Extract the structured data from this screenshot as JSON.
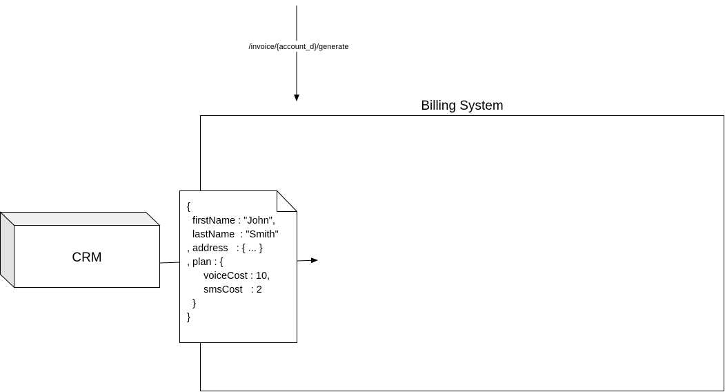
{
  "diagram": {
    "endpoint_label": "/invoice/{account_d}/generate",
    "billing_system_title": "Billing System",
    "crm_label": "CRM",
    "payload_lines": [
      "{",
      "  firstName : \"John\",",
      "  lastName  : \"Smith\"",
      ", address   : { ... }",
      ", plan : {",
      "      voiceCost : 10,",
      "      smsCost   : 2",
      "  }",
      "}"
    ]
  }
}
